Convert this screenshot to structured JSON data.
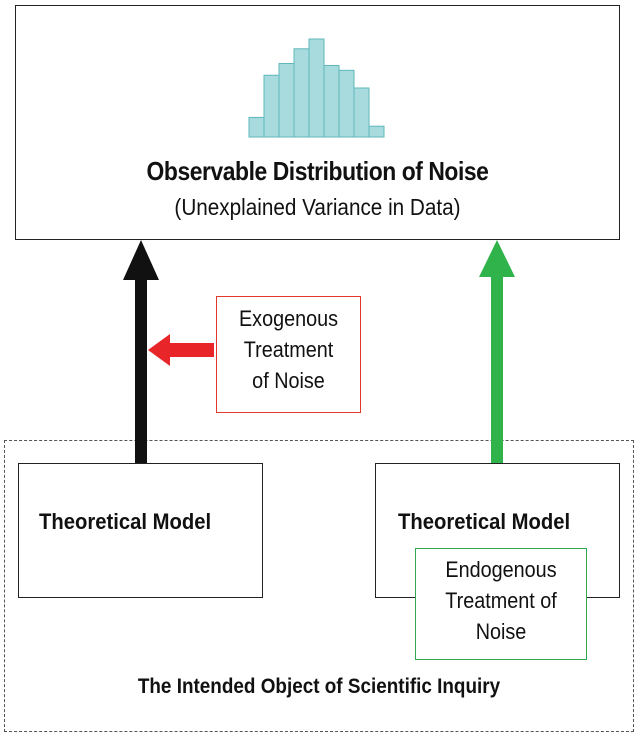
{
  "colors": {
    "black_arrow": "#111111",
    "green_arrow": "#2fb34a",
    "red_arrow": "#e8262a",
    "exogenous_border": "#e03a2a",
    "endogenous_border": "#33a852",
    "histogram_fill": "#a8dbdd",
    "histogram_stroke": "#5fb7bb"
  },
  "histogram": {
    "relative_heights": [
      0.2,
      0.63,
      0.75,
      0.9,
      1.0,
      0.73,
      0.68,
      0.5,
      0.11
    ]
  },
  "top_box": {
    "title": "Observable Distribution of Noise",
    "subtitle": "(Unexplained Variance in Data)"
  },
  "exogenous": {
    "lines": [
      "Exogenous",
      "Treatment",
      "of Noise"
    ]
  },
  "left_model": {
    "label": "Theoretical Model"
  },
  "right_model": {
    "label": "Theoretical Model"
  },
  "endogenous": {
    "lines": [
      "Endogenous",
      "Treatment of",
      "Noise"
    ]
  },
  "region": {
    "label": "The Intended Object of Scientific Inquiry"
  }
}
